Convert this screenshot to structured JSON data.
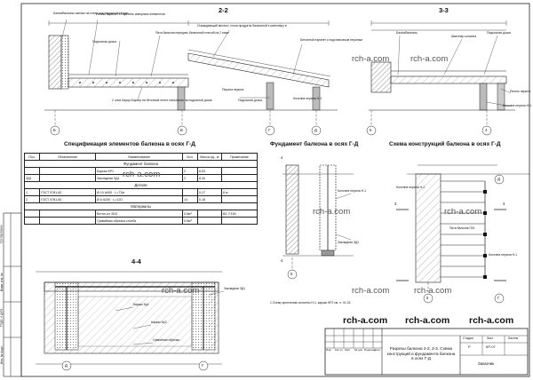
{
  "sections": {
    "s22": "2-2",
    "s33": "3-3",
    "s44": "4-4"
  },
  "headings": {
    "spec": "Спецификация элементов балкона в осях Г-Д",
    "foundation": "Фундамент балкона в осях Г-Д",
    "scheme": "Схема конструкций балкона в осях Г-Д"
  },
  "notes_22": [
    "Балки/балконы заново на стену под наружной кладки",
    "Ригель перила Н-1 крепить анкерным элементом",
    "Подкосная доска",
    "Пята балкона передать балконной плитой на 2 ниже",
    "Ограждающий металл, стоки продукты балконной к швеллеру в",
    "Бетонный парапет к подставочным перилам",
    "2 слоя Бауэр-Бархер на бетонной ленте наполнить на подкосной доске",
    "Подкосная доска",
    "Перила перила",
    "Колонна перила Н-1"
  ],
  "notes_33": [
    "Балки/балконы",
    "Швеллер колонна",
    "Подкосная доска",
    "Ригель перила",
    "Колонна перила Н-1"
  ],
  "spec_table": {
    "headers": [
      "Поз.",
      "Обозначение",
      "Наименование",
      "Кол.",
      "Масса ед., кг",
      "Примечание"
    ],
    "groups": [
      {
        "title": "Фундамент балкона",
        "rows": [
          [
            "",
            "",
            "Каркас КР1",
            "2",
            "6,53",
            ""
          ],
          [
            "ЗД1",
            "",
            "Закладная ЗД1",
            "2",
            "8,40",
            ""
          ]
        ]
      },
      {
        "title": "Детали",
        "rows": [
          [
            "1",
            "ГОСТ 5781-82",
            "Ø 10 А400 · L=72м",
            "",
            "0,17",
            "8 м"
          ],
          [
            "2",
            "ГОСТ 5781-82",
            "Ø 6 А240 · L=120",
            "14",
            "0,18",
            ""
          ]
        ]
      },
      {
        "title": "Материалы",
        "rows": [
          [
            "",
            "",
            "Бетон кл. В15",
            "0,5м³",
            "",
            "В2, F150"
          ],
          [
            "",
            "",
            "Гравийная обрезка столба",
            "0,5м³",
            "",
            ""
          ]
        ]
      }
    ]
  },
  "foundation_notes": [
    "Колонна перила Н-1",
    "Закладная ЗД1",
    "1.Схему креплению колонны Н-1, каркас КР2 см. л. 01-02"
  ],
  "scheme_notes": [
    "Колонна перила Н-1",
    "Пята балкона П01",
    "Колонна перила Н-1"
  ],
  "plan44_notes": [
    "Закладная ЗД1",
    "Каркас Кр1",
    "Каркас Кр2",
    "Гравийная обрезка"
  ],
  "axes": {
    "d": "Д",
    "g": "Г",
    "v": "В",
    "b": "Б",
    "five": "5",
    "four": "4",
    "three": "3"
  },
  "watermarks": [
    "rch-a.com",
    "rch-a.com",
    "rch-a.com",
    "rch-a.com",
    "rch-a.com",
    "rch-a.com",
    "rch-a.com",
    "rch-a.com"
  ],
  "bottom_watermarks": [
    "rch-a.com",
    "rch-a.com",
    "rch-a.com"
  ],
  "stamp": {
    "title": "Разрезы балкона 2-2, 3-3. Схема конструкций и фундамента балкона в осях Г-Д",
    "stage_h": "Стадия",
    "sheet_h": "Лист",
    "sheets_h": "Листов",
    "stage": "Р",
    "sheet": "КР-07",
    "cols": [
      "Изм.",
      "Кол.уч",
      "Лист",
      "№ док.",
      "Подпись",
      "Дата"
    ],
    "org": "Заказчик"
  },
  "side_labels": [
    "Согласовано",
    "Взам. инв. №",
    "Подп. и дата",
    "Инв. № подл."
  ]
}
